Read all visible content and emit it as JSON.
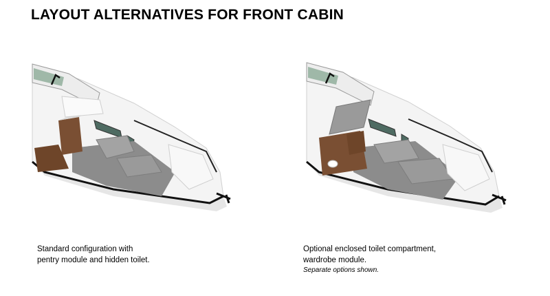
{
  "page": {
    "title": "LAYOUT ALTERNATIVES FOR FRONT CABIN"
  },
  "layouts": [
    {
      "caption_line1": "Standard configuration with",
      "caption_line2": "pentry module and hidden toilet."
    },
    {
      "caption_line1": "Optional enclosed toilet compartment,",
      "caption_line2": "wardrobe module.",
      "note": "Separate options shown."
    }
  ],
  "colors": {
    "hull": "#f4f4f4",
    "floor": "#8c8c8c",
    "wood": "#7a4f33",
    "trim": "#111111",
    "glass": "#9fb8a8"
  }
}
